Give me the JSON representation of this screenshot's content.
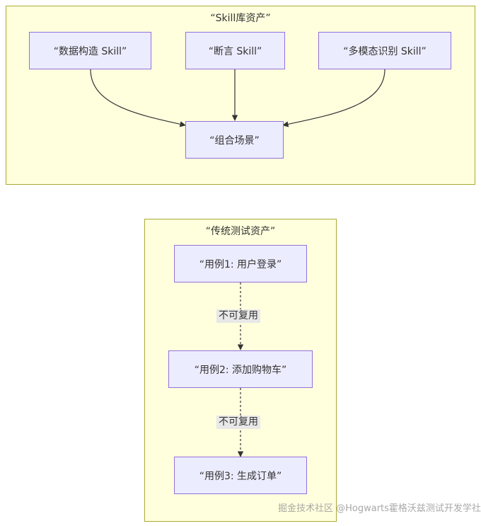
{
  "skill_cluster": {
    "title": "“Skill库资产”",
    "nodes": {
      "data_construct": "“数据构造 Skill”",
      "assertion": "“断言 Skill”",
      "multimodal": "“多模态识别 Skill”",
      "combo": "“组合场景”"
    }
  },
  "traditional_cluster": {
    "title": "“传统测试资产”",
    "nodes": {
      "case1": "“用例1: 用户登录”",
      "case2": "“用例2: 添加购物车”",
      "case3": "“用例3: 生成订单”"
    },
    "edge_labels": {
      "e1": "不可复用",
      "e2": "不可复用"
    }
  },
  "watermark": "掘金技术社区 @Hogwarts霍格沃兹测试开发学社",
  "colors": {
    "cluster_fill": "#ffffde",
    "cluster_stroke": "#aaaa33",
    "node_fill": "#ececff",
    "node_stroke": "#9370db",
    "edge": "#333333"
  }
}
